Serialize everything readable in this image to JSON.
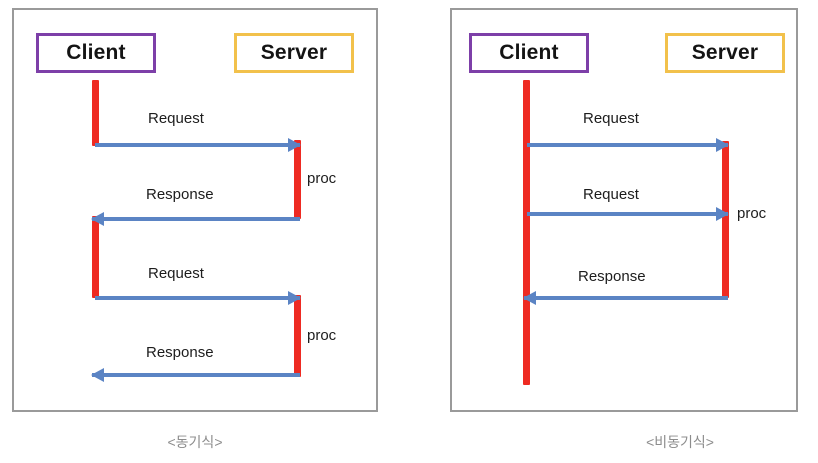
{
  "diagram": {
    "title": "Synchronous vs Asynchronous client-server sequence diagrams",
    "colors": {
      "frame_border": "#9a9a9a",
      "client_border": "#7d3fa8",
      "server_border": "#f2c14b",
      "activation_bar": "#ee2a22",
      "arrow": "#5b84c4",
      "label_text": "#1d1d1d",
      "caption_text": "#8c8c8c",
      "background": "#ffffff"
    },
    "panels": [
      {
        "id": "sync",
        "caption": "<동기식>",
        "actors": {
          "client": "Client",
          "server": "Server"
        },
        "messages": [
          {
            "label": "Request",
            "direction": "right"
          },
          {
            "label": "Response",
            "direction": "left"
          },
          {
            "label": "Request",
            "direction": "right"
          },
          {
            "label": "Response",
            "direction": "left"
          }
        ],
        "processing_labels": [
          "proc",
          "proc"
        ]
      },
      {
        "id": "async",
        "caption": "<비동기식>",
        "actors": {
          "client": "Client",
          "server": "Server"
        },
        "messages": [
          {
            "label": "Request",
            "direction": "right"
          },
          {
            "label": "Request",
            "direction": "right"
          },
          {
            "label": "Response",
            "direction": "left"
          }
        ],
        "processing_labels": [
          "proc"
        ]
      }
    ]
  }
}
